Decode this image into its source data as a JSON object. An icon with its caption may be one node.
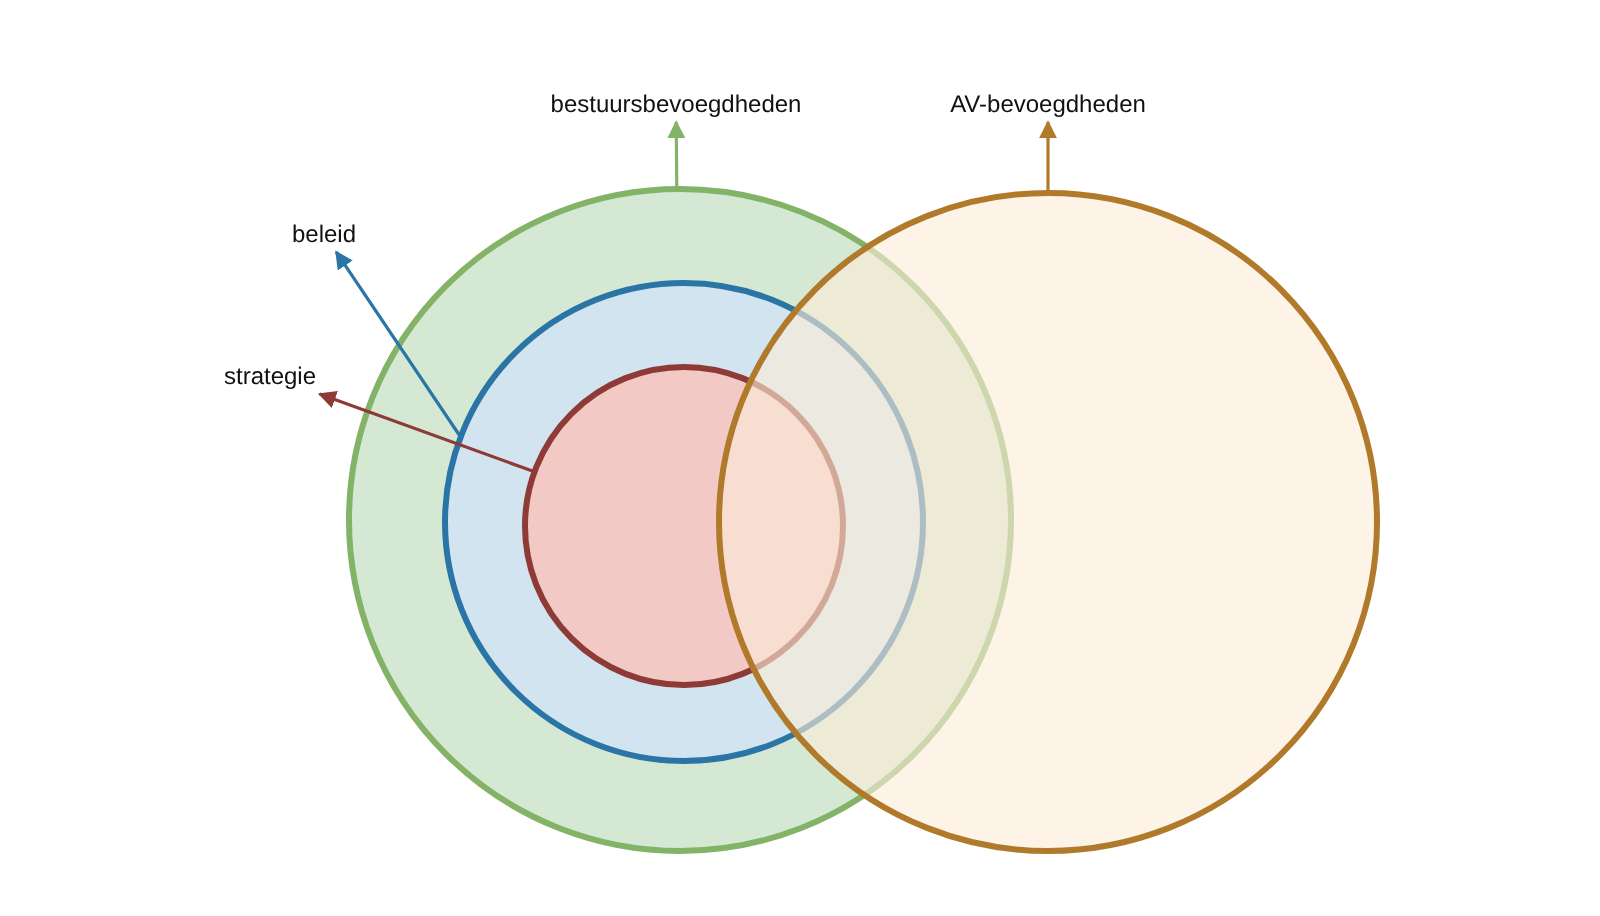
{
  "diagram": {
    "nodes": [
      {
        "text": [
          "bestuursbevoegdheden"
        ]
      },
      {
        "text": [
          "AV-bevoegdheden"
        ]
      },
      {
        "text": [
          "beleid"
        ]
      },
      {
        "text": [
          "strategie"
        ]
      },
      {
        "text": [],
        "shape": "circle"
      },
      {
        "text": [],
        "shape": "circle",
        "in": 4
      },
      {
        "text": [],
        "shape": "circle",
        "in": 5
      },
      {
        "text": [],
        "shape": "circle"
      }
    ],
    "edges": [
      {
        "from": 4,
        "to": 0,
        "arrow": "to",
        "color": "#82b366"
      },
      {
        "from": 7,
        "to": 1,
        "arrow": "to",
        "color": "#b07a2a"
      },
      {
        "from": 5,
        "to": 2,
        "arrow": "to",
        "color": "#2a75a6"
      },
      {
        "from": 6,
        "to": 3,
        "arrow": "to",
        "color": "#8e3a36"
      }
    ]
  }
}
